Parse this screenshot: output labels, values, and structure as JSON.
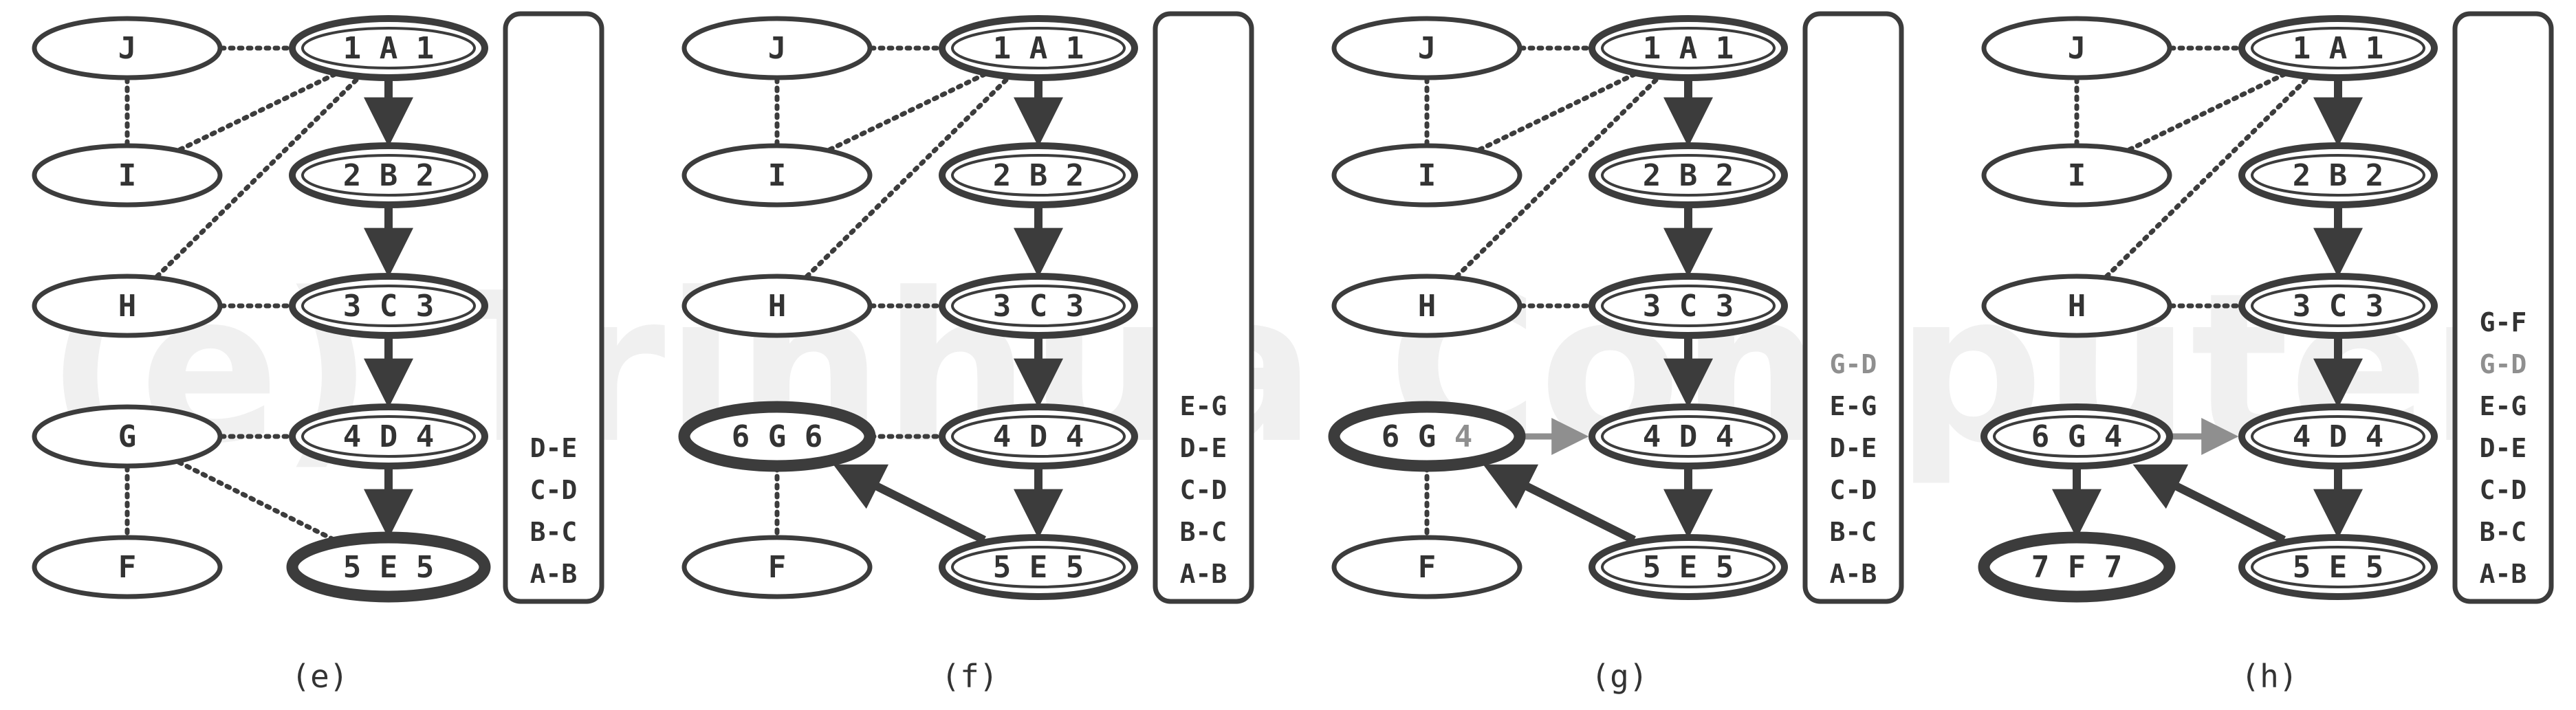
{
  "watermark": "(e) Trinhua Computer",
  "colors": {
    "stroke": "#3c3c3c",
    "text": "#333333",
    "highlight": "#8f8f8f",
    "watermark": "#f0f0f0"
  },
  "panels": [
    {
      "caption": "(e)",
      "nodes": {
        "J": {
          "label": "J",
          "style": "plain"
        },
        "I": {
          "label": "I",
          "style": "plain"
        },
        "H": {
          "label": "H",
          "style": "plain"
        },
        "G": {
          "label": "G",
          "style": "plain"
        },
        "F": {
          "label": "F",
          "style": "plain"
        },
        "A": {
          "label": "1 A 1",
          "style": "double"
        },
        "B": {
          "label": "2 B 2",
          "style": "double"
        },
        "C": {
          "label": "3 C 3",
          "style": "double"
        },
        "D": {
          "label": "4 D 4",
          "style": "double"
        },
        "E": {
          "label": "5 E 5",
          "style": "thick"
        }
      },
      "dotted_edges": [
        [
          "J",
          "A"
        ],
        [
          "J",
          "I"
        ],
        [
          "I",
          "A"
        ],
        [
          "H",
          "A"
        ],
        [
          "H",
          "C"
        ],
        [
          "G",
          "D"
        ],
        [
          "G",
          "F"
        ],
        [
          "G",
          "E"
        ]
      ],
      "arrows": [
        [
          "A",
          "B",
          "dark"
        ],
        [
          "B",
          "C",
          "dark"
        ],
        [
          "C",
          "D",
          "dark"
        ],
        [
          "D",
          "E",
          "dark"
        ]
      ],
      "stack": [
        {
          "text": "D-E",
          "muted": false
        },
        {
          "text": "C-D",
          "muted": false
        },
        {
          "text": "B-C",
          "muted": false
        },
        {
          "text": "A-B",
          "muted": false
        }
      ]
    },
    {
      "caption": "(f)",
      "nodes": {
        "J": {
          "label": "J",
          "style": "plain"
        },
        "I": {
          "label": "I",
          "style": "plain"
        },
        "H": {
          "label": "H",
          "style": "plain"
        },
        "G": {
          "label": "6 G 6",
          "style": "thick"
        },
        "F": {
          "label": "F",
          "style": "plain"
        },
        "A": {
          "label": "1 A 1",
          "style": "double"
        },
        "B": {
          "label": "2 B 2",
          "style": "double"
        },
        "C": {
          "label": "3 C 3",
          "style": "double"
        },
        "D": {
          "label": "4 D 4",
          "style": "double"
        },
        "E": {
          "label": "5 E 5",
          "style": "double"
        }
      },
      "dotted_edges": [
        [
          "J",
          "A"
        ],
        [
          "J",
          "I"
        ],
        [
          "I",
          "A"
        ],
        [
          "H",
          "A"
        ],
        [
          "H",
          "C"
        ],
        [
          "G",
          "D"
        ],
        [
          "G",
          "F"
        ]
      ],
      "arrows": [
        [
          "A",
          "B",
          "dark"
        ],
        [
          "B",
          "C",
          "dark"
        ],
        [
          "C",
          "D",
          "dark"
        ],
        [
          "D",
          "E",
          "dark"
        ],
        [
          "E",
          "G",
          "dark"
        ]
      ],
      "stack": [
        {
          "text": "E-G",
          "muted": false
        },
        {
          "text": "D-E",
          "muted": false
        },
        {
          "text": "C-D",
          "muted": false
        },
        {
          "text": "B-C",
          "muted": false
        },
        {
          "text": "A-B",
          "muted": false
        }
      ]
    },
    {
      "caption": "(g)",
      "nodes": {
        "J": {
          "label": "J",
          "style": "plain"
        },
        "I": {
          "label": "I",
          "style": "plain"
        },
        "H": {
          "label": "H",
          "style": "plain"
        },
        "G": {
          "label": "6 G 4",
          "style": "thick",
          "muted_suffix": true
        },
        "F": {
          "label": "F",
          "style": "plain"
        },
        "A": {
          "label": "1 A 1",
          "style": "double"
        },
        "B": {
          "label": "2 B 2",
          "style": "double"
        },
        "C": {
          "label": "3 C 3",
          "style": "double"
        },
        "D": {
          "label": "4 D 4",
          "style": "double"
        },
        "E": {
          "label": "5 E 5",
          "style": "double"
        }
      },
      "dotted_edges": [
        [
          "J",
          "A"
        ],
        [
          "J",
          "I"
        ],
        [
          "I",
          "A"
        ],
        [
          "H",
          "A"
        ],
        [
          "H",
          "C"
        ],
        [
          "G",
          "F"
        ]
      ],
      "arrows": [
        [
          "A",
          "B",
          "dark"
        ],
        [
          "B",
          "C",
          "dark"
        ],
        [
          "C",
          "D",
          "dark"
        ],
        [
          "D",
          "E",
          "dark"
        ],
        [
          "E",
          "G",
          "dark"
        ],
        [
          "G",
          "D",
          "light"
        ]
      ],
      "stack": [
        {
          "text": "G-D",
          "muted": true
        },
        {
          "text": "E-G",
          "muted": false
        },
        {
          "text": "D-E",
          "muted": false
        },
        {
          "text": "C-D",
          "muted": false
        },
        {
          "text": "B-C",
          "muted": false
        },
        {
          "text": "A-B",
          "muted": false
        }
      ]
    },
    {
      "caption": "(h)",
      "nodes": {
        "J": {
          "label": "J",
          "style": "plain"
        },
        "I": {
          "label": "I",
          "style": "plain"
        },
        "H": {
          "label": "H",
          "style": "plain"
        },
        "G": {
          "label": "6 G 4",
          "style": "double"
        },
        "F": {
          "label": "7 F 7",
          "style": "thick"
        },
        "A": {
          "label": "1 A 1",
          "style": "double"
        },
        "B": {
          "label": "2 B 2",
          "style": "double"
        },
        "C": {
          "label": "3 C 3",
          "style": "double"
        },
        "D": {
          "label": "4 D 4",
          "style": "double"
        },
        "E": {
          "label": "5 E 5",
          "style": "double"
        }
      },
      "dotted_edges": [
        [
          "J",
          "A"
        ],
        [
          "J",
          "I"
        ],
        [
          "I",
          "A"
        ],
        [
          "H",
          "A"
        ],
        [
          "H",
          "C"
        ]
      ],
      "arrows": [
        [
          "A",
          "B",
          "dark"
        ],
        [
          "B",
          "C",
          "dark"
        ],
        [
          "C",
          "D",
          "dark"
        ],
        [
          "D",
          "E",
          "dark"
        ],
        [
          "E",
          "G",
          "dark"
        ],
        [
          "G",
          "D",
          "light"
        ],
        [
          "G",
          "F",
          "dark"
        ]
      ],
      "stack": [
        {
          "text": "G-F",
          "muted": false
        },
        {
          "text": "G-D",
          "muted": true
        },
        {
          "text": "E-G",
          "muted": false
        },
        {
          "text": "D-E",
          "muted": false
        },
        {
          "text": "C-D",
          "muted": false
        },
        {
          "text": "B-C",
          "muted": false
        },
        {
          "text": "A-B",
          "muted": false
        }
      ]
    }
  ]
}
